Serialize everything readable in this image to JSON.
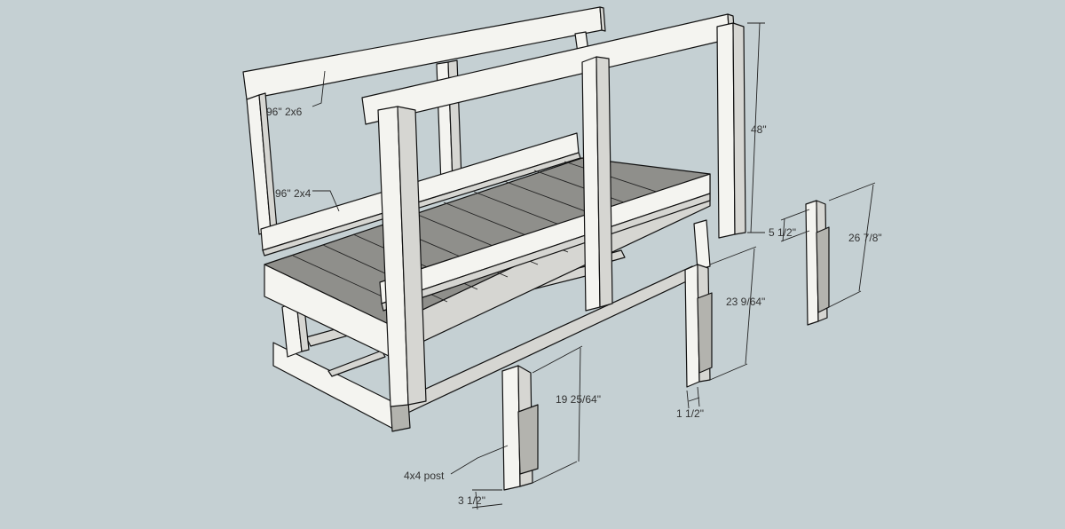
{
  "background_color": "#c5d0d3",
  "wood_face_color": "#f4f4f0",
  "deck_color": "#8f8f8b",
  "labels": {
    "top_rail": "96\" 2x6",
    "mid_rail": "96\" 2x4",
    "post_stock": "4x4 post"
  },
  "dimensions": {
    "rail_height": "48\"",
    "long_post_length": "26 7/8\"",
    "long_post_notch": "5 1/2\"",
    "mid_post_length": "23 9/64\"",
    "mid_post_width": "1 1/2\"",
    "short_post_length": "19 25/64\"",
    "short_post_width": "3 1/2\""
  }
}
